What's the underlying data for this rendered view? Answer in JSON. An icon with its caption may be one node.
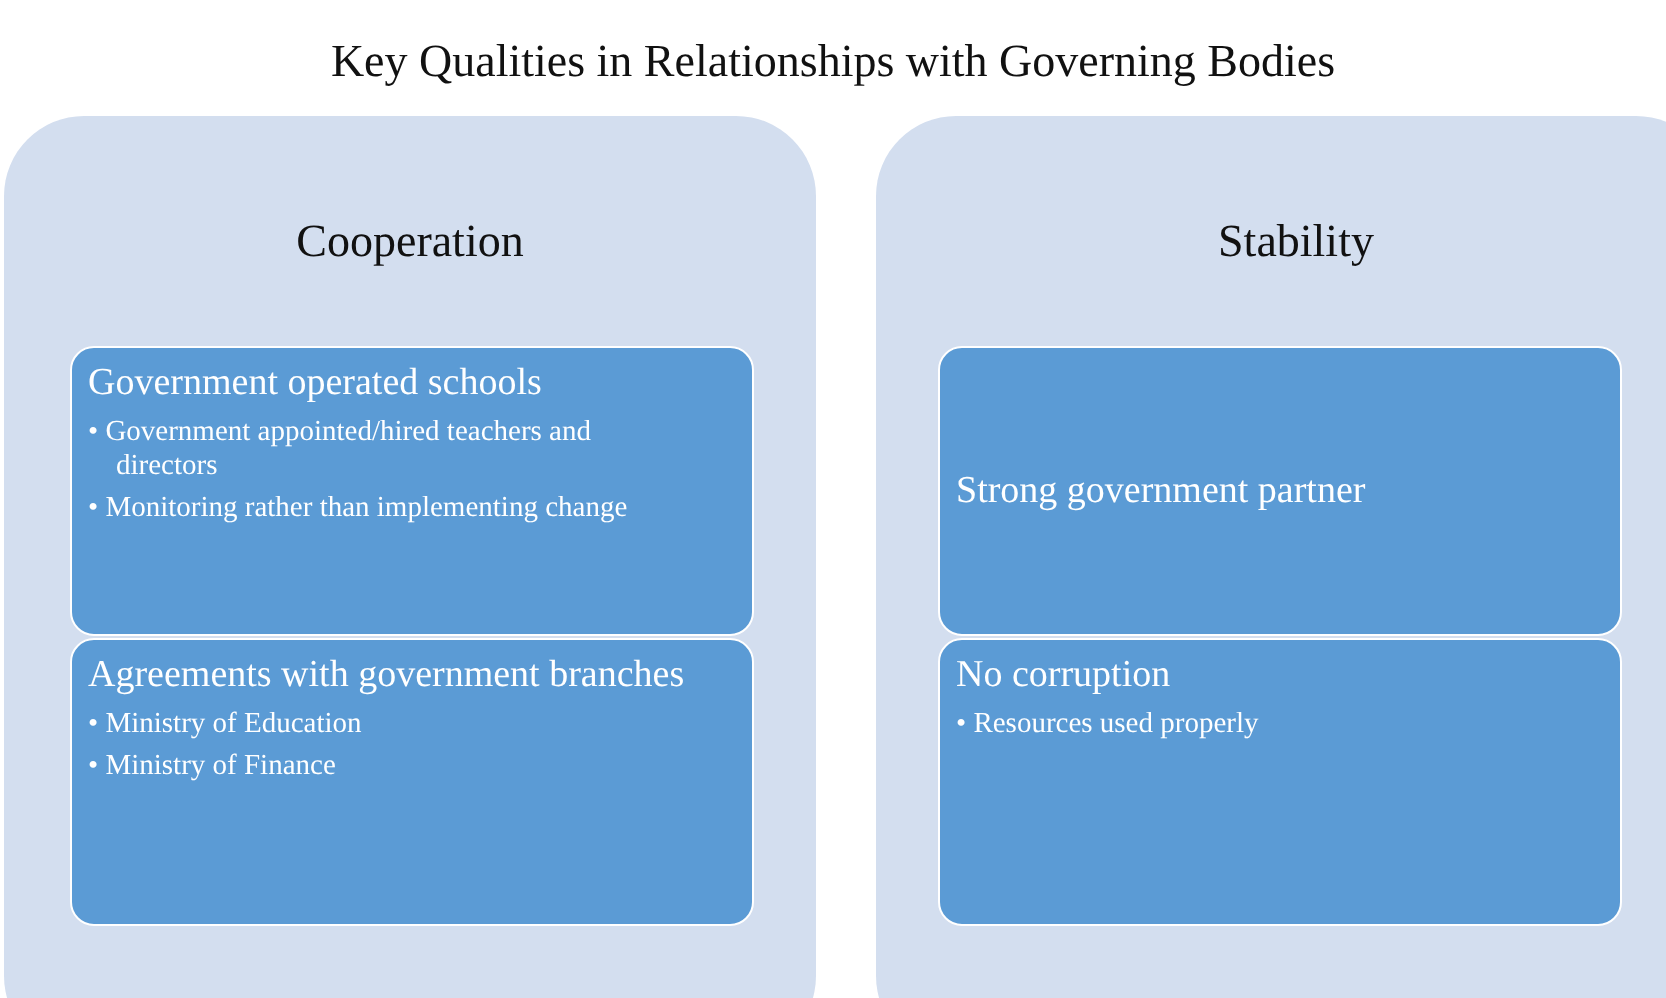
{
  "diagram": {
    "title": "Key Qualities in Relationships with Governing Bodies",
    "nodes": [
      {
        "text": [
          "Cooperation"
        ]
      },
      {
        "text": [
          "Government operated schools",
          "• Government appointed/hired teachers and directors",
          "• Monitoring rather than implementing change"
        ],
        "in": 0
      },
      {
        "text": [
          "Agreements with government branches",
          "• Ministry of Education",
          "• Ministry of Finance"
        ],
        "in": 0
      },
      {
        "text": [
          "Stability"
        ]
      },
      {
        "text": [
          "Strong government partner"
        ],
        "in": 3
      },
      {
        "text": [
          "No corruption",
          "• Resources used properly"
        ],
        "in": 3
      }
    ]
  }
}
